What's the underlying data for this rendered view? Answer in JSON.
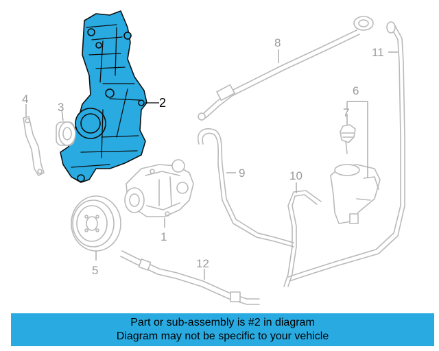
{
  "callouts": {
    "c1": "1",
    "c2": "2",
    "c3": "3",
    "c4": "4",
    "c5": "5",
    "c6": "6",
    "c7": "7",
    "c8": "8",
    "c9": "9",
    "c10": "10",
    "c11": "11",
    "c12": "12"
  },
  "highlighted_part": "2",
  "colors": {
    "highlight": "#29abe2",
    "banner": "#29abe2",
    "line_art": "#b9b9b9",
    "callout_text": "#9a9a9a"
  },
  "banner": {
    "line1": "Part or sub-assembly is #2 in diagram",
    "line2": "Diagram may not be specific to your vehicle"
  }
}
